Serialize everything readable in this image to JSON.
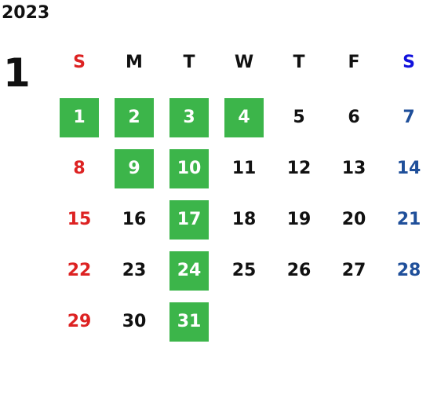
{
  "calendar": {
    "year": "2023",
    "month": "1",
    "weekdays": [
      "S",
      "M",
      "T",
      "W",
      "T",
      "F",
      "S"
    ],
    "weekday_colors": [
      "#dd2222",
      "#111111",
      "#111111",
      "#111111",
      "#111111",
      "#111111",
      "#1111dd"
    ],
    "day_colors": [
      "#dd2222",
      "#111111",
      "#111111",
      "#111111",
      "#111111",
      "#111111",
      "#1f4f9a"
    ],
    "highlight_color": "#3cb54a",
    "weeks": [
      [
        {
          "day": "1",
          "highlighted": true
        },
        {
          "day": "2",
          "highlighted": true
        },
        {
          "day": "3",
          "highlighted": true
        },
        {
          "day": "4",
          "highlighted": true
        },
        {
          "day": "5",
          "highlighted": false
        },
        {
          "day": "6",
          "highlighted": false
        },
        {
          "day": "7",
          "highlighted": false
        }
      ],
      [
        {
          "day": "8",
          "highlighted": false
        },
        {
          "day": "9",
          "highlighted": true
        },
        {
          "day": "10",
          "highlighted": true
        },
        {
          "day": "11",
          "highlighted": false
        },
        {
          "day": "12",
          "highlighted": false
        },
        {
          "day": "13",
          "highlighted": false
        },
        {
          "day": "14",
          "highlighted": false
        }
      ],
      [
        {
          "day": "15",
          "highlighted": false
        },
        {
          "day": "16",
          "highlighted": false
        },
        {
          "day": "17",
          "highlighted": true
        },
        {
          "day": "18",
          "highlighted": false
        },
        {
          "day": "19",
          "highlighted": false
        },
        {
          "day": "20",
          "highlighted": false
        },
        {
          "day": "21",
          "highlighted": false
        }
      ],
      [
        {
          "day": "22",
          "highlighted": false
        },
        {
          "day": "23",
          "highlighted": false
        },
        {
          "day": "24",
          "highlighted": true
        },
        {
          "day": "25",
          "highlighted": false
        },
        {
          "day": "26",
          "highlighted": false
        },
        {
          "day": "27",
          "highlighted": false
        },
        {
          "day": "28",
          "highlighted": false
        }
      ],
      [
        {
          "day": "29",
          "highlighted": false
        },
        {
          "day": "30",
          "highlighted": false
        },
        {
          "day": "31",
          "highlighted": true
        }
      ]
    ]
  }
}
